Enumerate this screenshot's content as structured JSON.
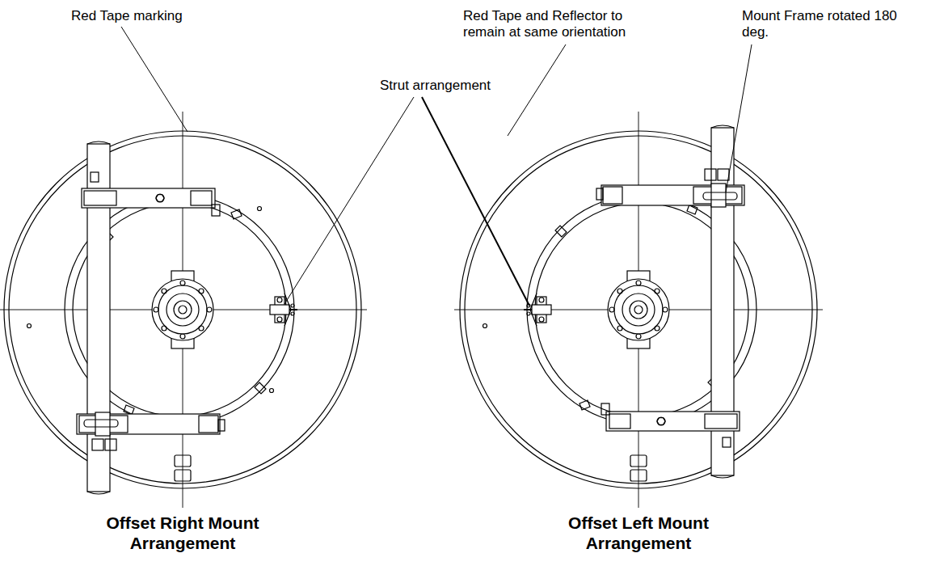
{
  "diagram": {
    "labels": [
      "Red Tape marking",
      "Red Tape and Reflector to remain at same orientation",
      "Mount Frame rotated 180 deg.",
      "Strut arrangement",
      "Offset Right Mount Arrangement",
      "Offset Left Mount Arrangement"
    ]
  }
}
